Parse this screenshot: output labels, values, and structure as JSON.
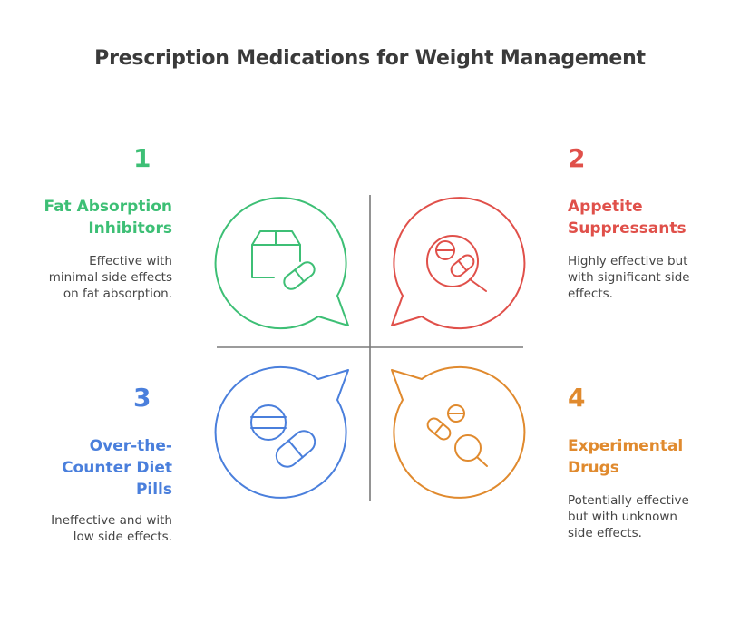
{
  "title": "Prescription Medications for Weight Management",
  "colors": {
    "green": "#3dbf75",
    "red": "#e0504a",
    "blue": "#4a7fdc",
    "orange": "#e08a2e",
    "divider": "#7a7a7a"
  },
  "items": [
    {
      "number": "1",
      "heading_line1": "Fat Absorption",
      "heading_line2": "Inhibitors",
      "heading_line3": "",
      "desc_line1": "Effective with",
      "desc_line2": "minimal side effects",
      "desc_line3": "on fat absorption.",
      "icon": "box-and-pill-icon"
    },
    {
      "number": "2",
      "heading_line1": "Appetite",
      "heading_line2": "Suppressants",
      "heading_line3": "",
      "desc_line1": "Highly effective but",
      "desc_line2": "with significant side",
      "desc_line3": "effects.",
      "icon": "pills-magnifier-icon"
    },
    {
      "number": "3",
      "heading_line1": "Over-the-",
      "heading_line2": "Counter Diet",
      "heading_line3": "Pills",
      "desc_line1": "Ineffective and with",
      "desc_line2": "low side effects.",
      "desc_line3": "",
      "icon": "tablet-and-capsule-icon"
    },
    {
      "number": "4",
      "heading_line1": "Experimental",
      "heading_line2": "Drugs",
      "heading_line3": "",
      "desc_line1": "Potentially effective",
      "desc_line2": "but with unknown",
      "desc_line3": "side effects.",
      "icon": "pills-search-icon"
    }
  ]
}
